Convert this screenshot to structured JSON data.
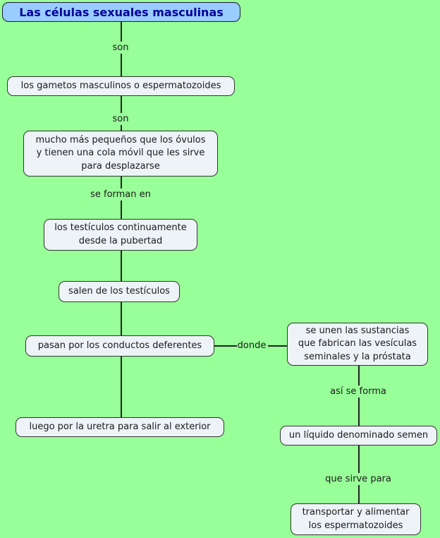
{
  "title": {
    "text": "Las células sexuales masculinas"
  },
  "nodes": [
    {
      "text": "los gametos masculinos o espermatozoides"
    },
    {
      "text": "mucho más pequeños que los óvulos\ny tienen una cola móvil que les sirve\npara desplazarse"
    },
    {
      "text": "los testículos continuamente\ndesde la pubertad"
    },
    {
      "text": "salen de los testículos"
    },
    {
      "text": "pasan por los conductos deferentes"
    },
    {
      "text": "se unen las sustancias\nque fabrican las vesículas\nseminales y la próstata"
    },
    {
      "text": "luego por la uretra para salir al exterior"
    },
    {
      "text": "un líquido denominado semen"
    },
    {
      "text": "transportar y alimentar\nlos espermatozoides"
    }
  ],
  "labels": [
    {
      "text": "son"
    },
    {
      "text": "son"
    },
    {
      "text": "se forman en"
    },
    {
      "text": "donde"
    },
    {
      "text": "así se forma"
    },
    {
      "text": "que sirve para"
    }
  ],
  "colors": {
    "background": "#99ff99",
    "title_bg": "#99ccff",
    "title_text": "#000099",
    "node_bg": "#eef3f8",
    "node_border": "#333333",
    "line": "#222222",
    "text": "#1a1a1a"
  }
}
